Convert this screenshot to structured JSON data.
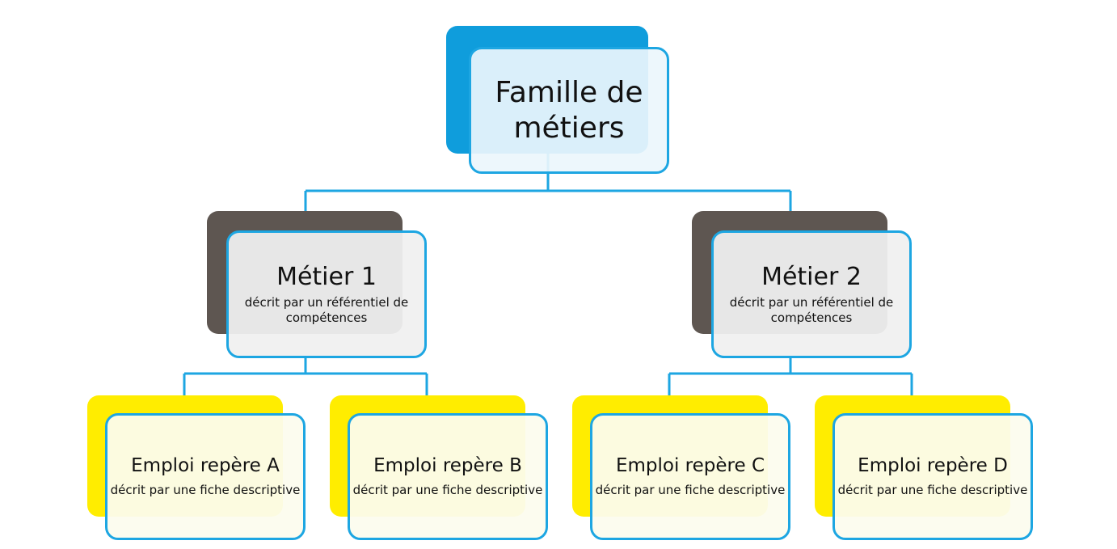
{
  "diagram": {
    "root": {
      "title": "Famille de métiers"
    },
    "metiers": [
      {
        "title": "Métier 1",
        "description": "décrit par un référentiel de compétences"
      },
      {
        "title": "Métier 2",
        "description": "décrit par un référentiel de compétences"
      }
    ],
    "emplois": [
      {
        "title": "Emploi repère A",
        "description": "décrit par une fiche descriptive"
      },
      {
        "title": "Emploi repère B",
        "description": "décrit par une fiche descriptive"
      },
      {
        "title": "Emploi repère C",
        "description": "décrit par une fiche descriptive"
      },
      {
        "title": "Emploi repère D",
        "description": "décrit par une fiche descriptive"
      }
    ],
    "colors": {
      "connector": "#1da6e2",
      "root_accent": "#0f9ddc",
      "metier_accent": "#5e5651",
      "emploi_accent": "#ffed00",
      "node_border": "#1da6e2"
    }
  }
}
